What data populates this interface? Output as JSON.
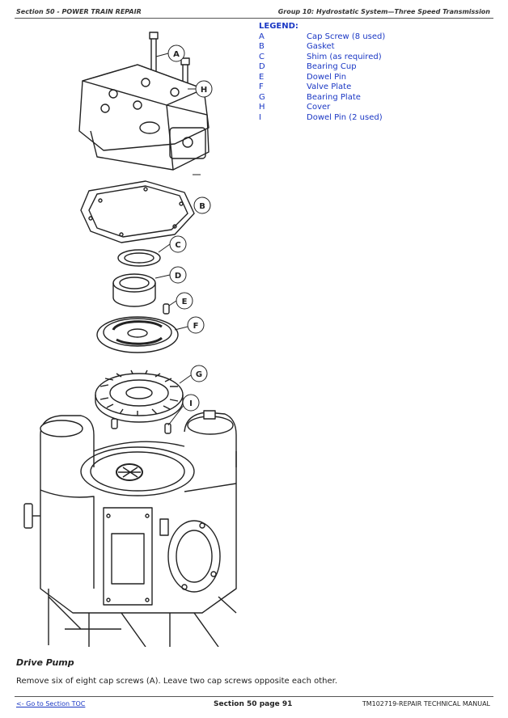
{
  "header": {
    "left": "Section 50 - POWER TRAIN REPAIR",
    "right": "Group 10: Hydrostatic System—Three Speed Transmission"
  },
  "legend": {
    "title": "LEGEND:",
    "items": [
      {
        "key": "A",
        "label": "Cap Screw (8 used)"
      },
      {
        "key": "B",
        "label": "Gasket"
      },
      {
        "key": "C",
        "label": "Shim (as required)"
      },
      {
        "key": "D",
        "label": "Bearing Cup"
      },
      {
        "key": "E",
        "label": "Dowel Pin"
      },
      {
        "key": "F",
        "label": "Valve Plate"
      },
      {
        "key": "G",
        "label": "Bearing Plate"
      },
      {
        "key": "H",
        "label": "Cover"
      },
      {
        "key": "I",
        "label": "Dowel Pin (2 used)"
      }
    ]
  },
  "figure": {
    "callouts": [
      "A",
      "B",
      "C",
      "D",
      "E",
      "F",
      "G",
      "H",
      "I"
    ],
    "caption": "Drive Pump"
  },
  "body_text": "Remove six of eight cap screws (A). Leave two cap screws opposite each other.",
  "footer": {
    "toc_link": "<- Go to Section TOC",
    "page": "Section 50 page 91",
    "manual": "TM102719-REPAIR TECHNICAL MANUAL"
  }
}
